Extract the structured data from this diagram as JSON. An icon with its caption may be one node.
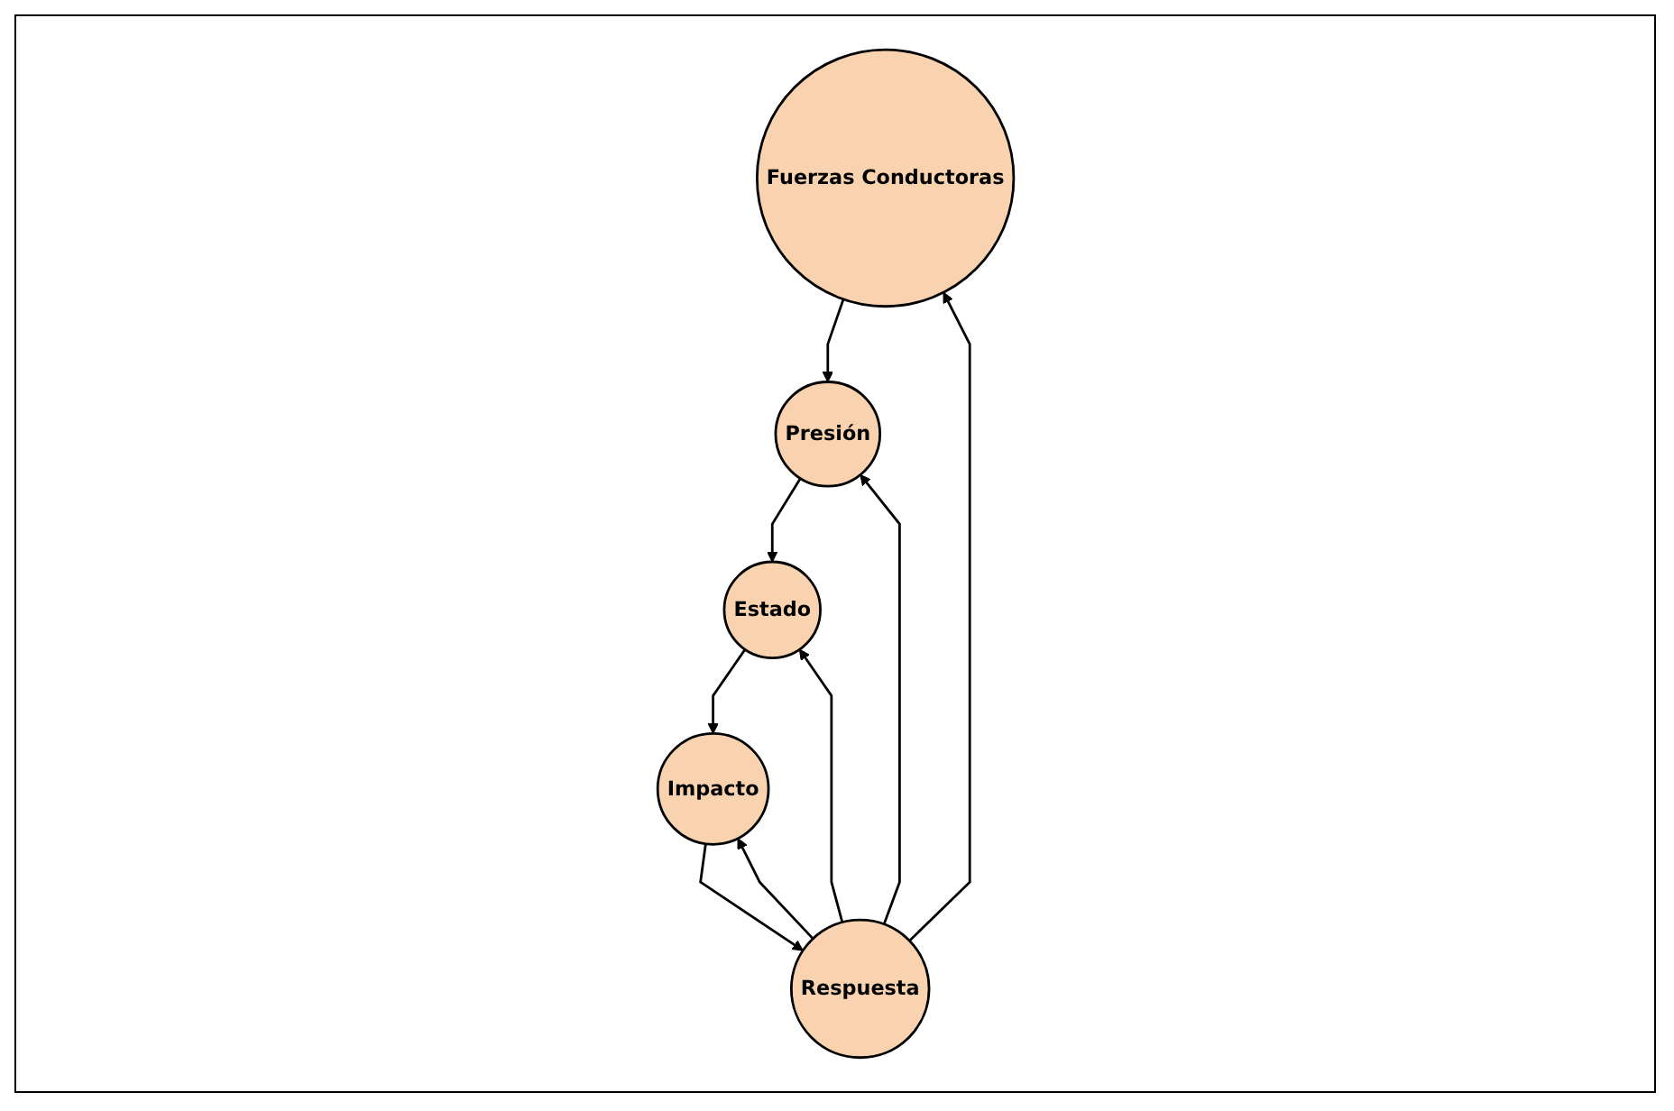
{
  "diagram": {
    "nodes": [
      {
        "text": [
          "Fuerzas Conductoras"
        ]
      },
      {
        "text": [
          "Respuesta"
        ]
      },
      {
        "text": [
          "Presión"
        ]
      },
      {
        "text": [
          "Estado"
        ]
      },
      {
        "text": [
          "Impacto"
        ]
      }
    ],
    "edges": [
      {
        "from": 1,
        "to": 0,
        "arrow": "to"
      },
      {
        "from": 0,
        "to": 2,
        "arrow": "to"
      },
      {
        "from": 1,
        "to": 2,
        "arrow": "to"
      },
      {
        "from": 1,
        "to": 3,
        "arrow": "to"
      },
      {
        "from": 2,
        "to": 3,
        "arrow": "to"
      },
      {
        "from": 3,
        "to": 4,
        "arrow": "to"
      },
      {
        "from": 4,
        "to": 1,
        "arrow": "to"
      },
      {
        "from": 1,
        "to": 4,
        "arrow": "to"
      }
    ]
  }
}
